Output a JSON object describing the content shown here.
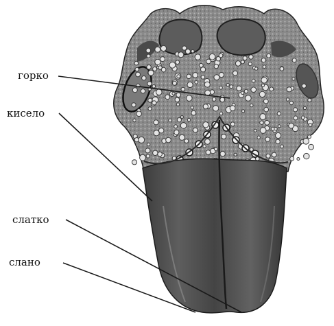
{
  "labels": {
    "bitter": "горко",
    "sour": "кисело",
    "sweet": "слатко",
    "salty": "слано"
  },
  "colors": {
    "background": "#ffffff",
    "leader_line": "#1a1a1a",
    "tongue_dark": "#3a3a3a",
    "tongue_mid": "#6b6b6b",
    "tongue_light": "#a9a9a9",
    "papilla": "#e6e6e6"
  }
}
